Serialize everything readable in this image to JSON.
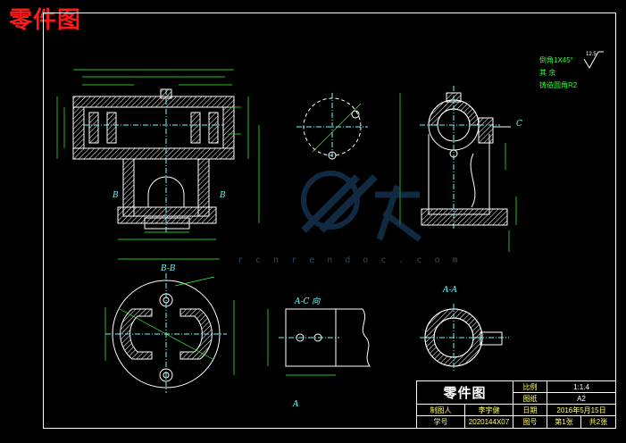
{
  "header": {
    "title": "零件图"
  },
  "technical_notes": [
    "倒角1X45°",
    "其 余",
    "铸造圆角R2"
  ],
  "roughness_symbol": "12.5",
  "view_labels": {
    "b_b": "B-B",
    "a_c": "A-C 向",
    "a_a": "A-A",
    "c_marker": "C",
    "b_left": "B",
    "b_right": "B",
    "a_bottom": "A"
  },
  "title_block": {
    "name": "零件图",
    "scale_label": "比例",
    "scale_value": "1:1.4",
    "drawing_label": "图纸",
    "drawing_value": "A2",
    "drawer_label": "制图人",
    "drawer_name": "李宇健",
    "date_label": "日期",
    "date_value": "2016年5月15日",
    "id_label": "学号",
    "id_value": "2020144X07",
    "sheet_label": "图号",
    "sheet_value": "第1张",
    "total_value": "共2张"
  },
  "watermark": {
    "text": "r c n r e n d o c . c o m"
  }
}
